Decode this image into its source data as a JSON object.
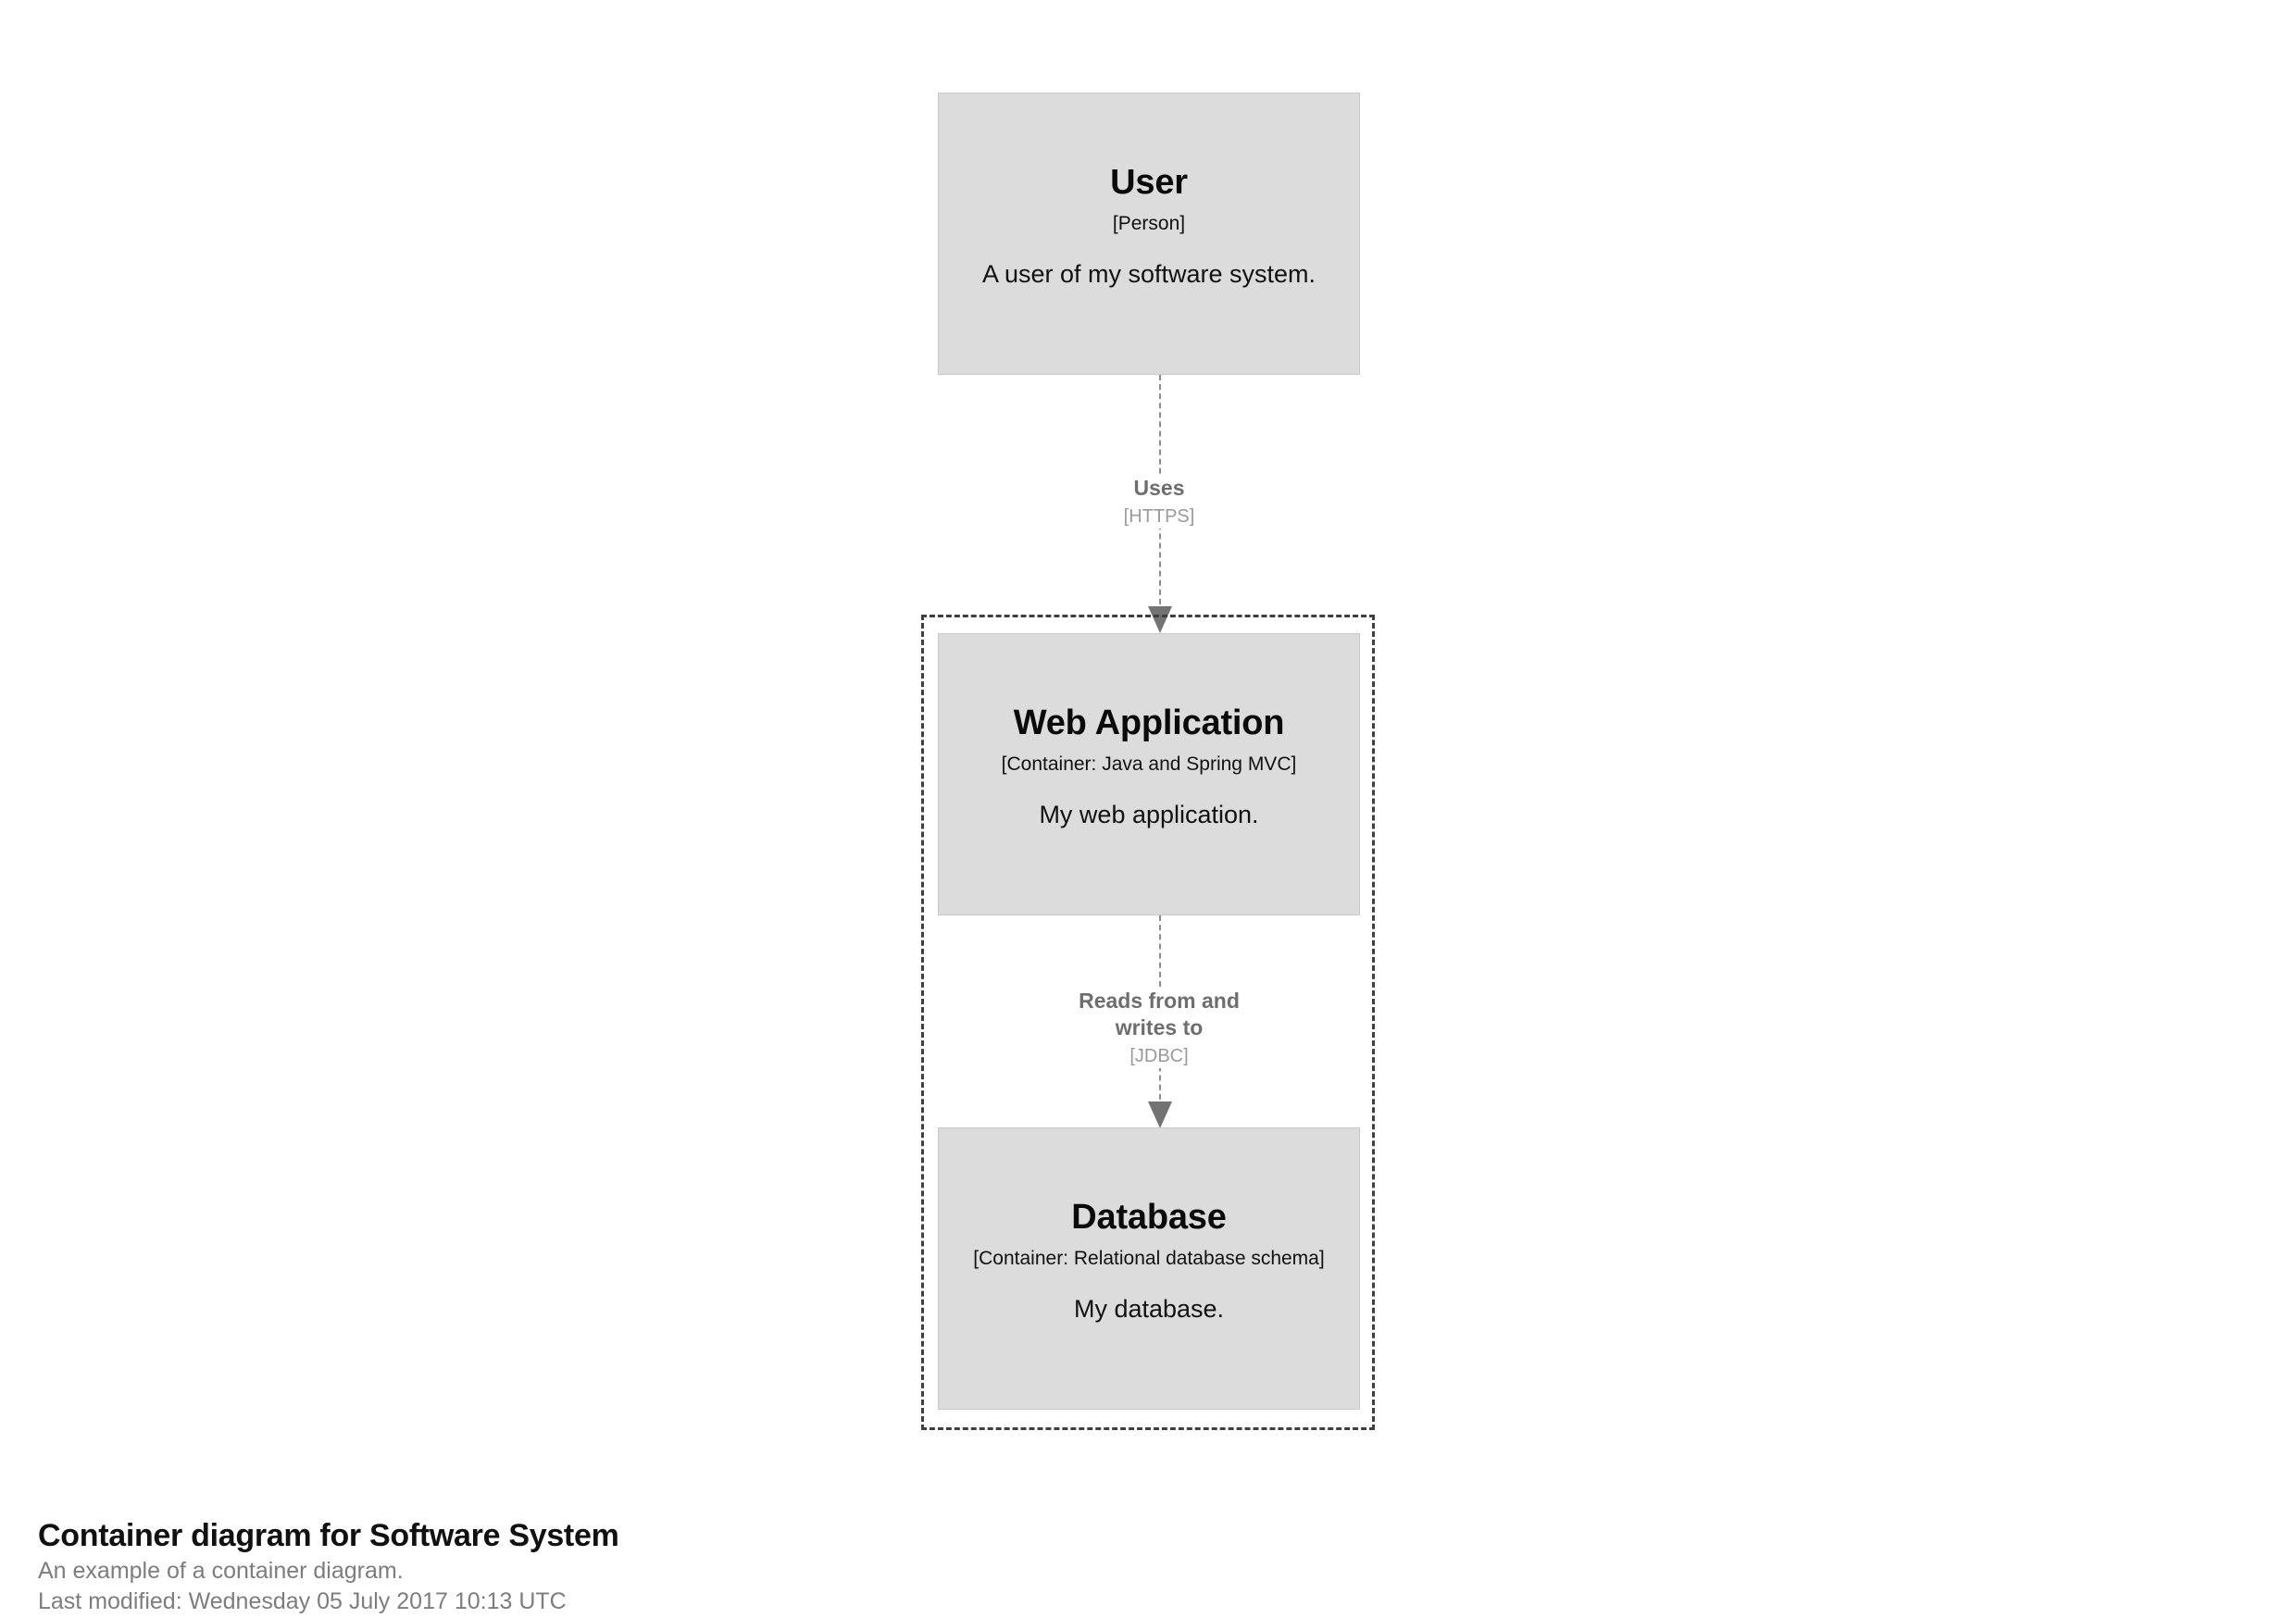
{
  "diagram": {
    "type": "c4-container-diagram",
    "nodes": [
      {
        "id": "user",
        "name": "User",
        "tech": "[Person]",
        "description": "A user of my software system."
      },
      {
        "id": "webapp",
        "name": "Web Application",
        "tech": "[Container: Java and Spring MVC]",
        "description": "My web application."
      },
      {
        "id": "database",
        "name": "Database",
        "tech": "[Container: Relational database schema]",
        "description": "My database."
      }
    ],
    "relationships": [
      {
        "id": "uses",
        "from": "user",
        "to": "webapp",
        "description": "Uses",
        "tech": "[HTTPS]"
      },
      {
        "id": "jdbc",
        "from": "webapp",
        "to": "database",
        "description_line1": "Reads from and",
        "description_line2": "writes to",
        "tech": "[JDBC]"
      }
    ],
    "boundary": {
      "label": ""
    }
  },
  "caption": {
    "title": "Container diagram for Software System",
    "subtitle": "An example of a container diagram.",
    "last_modified": "Last modified: Wednesday 05 July 2017 10:13 UTC"
  },
  "colors": {
    "node_fill": "#dcdcdc",
    "node_border": "#c9c9c9",
    "boundary_stroke": "#3f3f3f",
    "relationship_line": "#8c8c8c",
    "arrowhead": "#737373",
    "relationship_text": "#6e6e6e",
    "relationship_tech_text": "#9a9a9a",
    "caption_title": "#111111",
    "caption_subtitle": "#7d7d7d",
    "background": "#ffffff"
  }
}
